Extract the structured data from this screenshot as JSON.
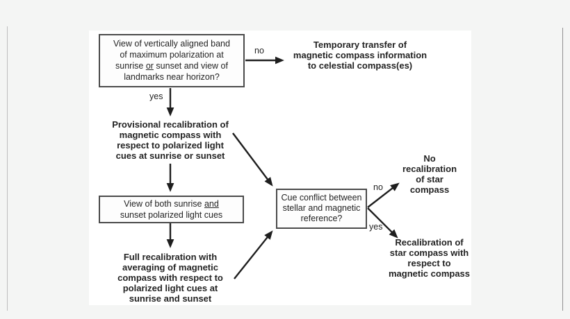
{
  "page": {
    "background": "#f4f5f4",
    "panel_background": "#ffffff",
    "line_color": "#1e1e1e",
    "text_color": "#232323"
  },
  "flowchart": {
    "nodes": {
      "polarization_question": {
        "lines": [
          "View of vertically aligned band",
          "of maximum polarization at",
          "sunrise _or_ sunset and view of",
          "landmarks near horizon?"
        ]
      },
      "temporary_transfer": {
        "lines": [
          "Temporary transfer of",
          "magnetic compass information",
          "to celestial compass(es)"
        ]
      },
      "provisional_recalibration": {
        "lines": [
          "Provisional recalibration of",
          "magnetic compass with",
          "respect to polarized light",
          "cues at sunrise or sunset"
        ]
      },
      "both_cues_question": {
        "lines": [
          "View of both sunrise _and_",
          "sunset polarized light cues"
        ]
      },
      "full_recalibration": {
        "lines": [
          "Full recalibration with",
          "averaging of magnetic",
          "compass with respect to",
          "polarized light cues at",
          "sunrise and sunset"
        ]
      },
      "cue_conflict_question": {
        "lines": [
          "Cue conflict between",
          "stellar and magnetic",
          "reference?"
        ]
      },
      "no_recalibration": {
        "lines": [
          "No",
          "recalibration",
          "of star",
          "compass"
        ]
      },
      "star_recalibration": {
        "lines": [
          "Recalibration of",
          "star compass with",
          "respect to",
          "magnetic compass"
        ]
      }
    },
    "edge_labels": {
      "polarization_no": "no",
      "polarization_yes": "yes",
      "conflict_no": "no",
      "conflict_yes": "yes"
    }
  }
}
